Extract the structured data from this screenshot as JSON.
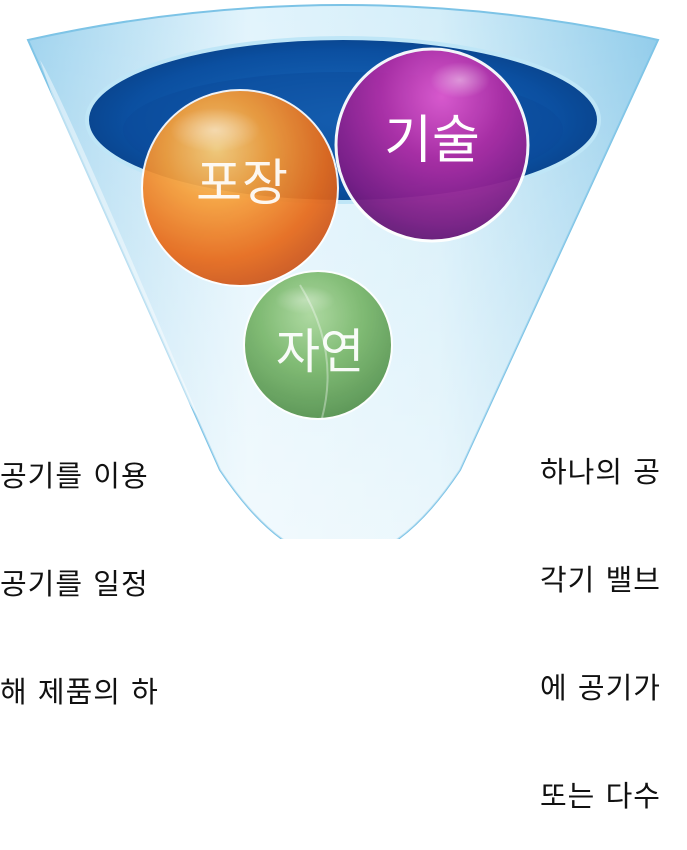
{
  "funnel": {
    "balls": [
      {
        "label": "포장",
        "color": "#f07a22"
      },
      {
        "label": "기술",
        "color": "#9a2a8f"
      },
      {
        "label": "자연",
        "color": "#5c9a52"
      }
    ],
    "rim_color": "#0b4fa0",
    "body_color": "#bfe3f5"
  },
  "left_caption": {
    "lines": [
      "공기를 이용",
      "공기를 일정",
      "해 제품의 하"
    ]
  },
  "right_caption": {
    "lines": [
      "하나의 공",
      "각기 밸브",
      "에 공기가",
      "또는 다수"
    ]
  }
}
